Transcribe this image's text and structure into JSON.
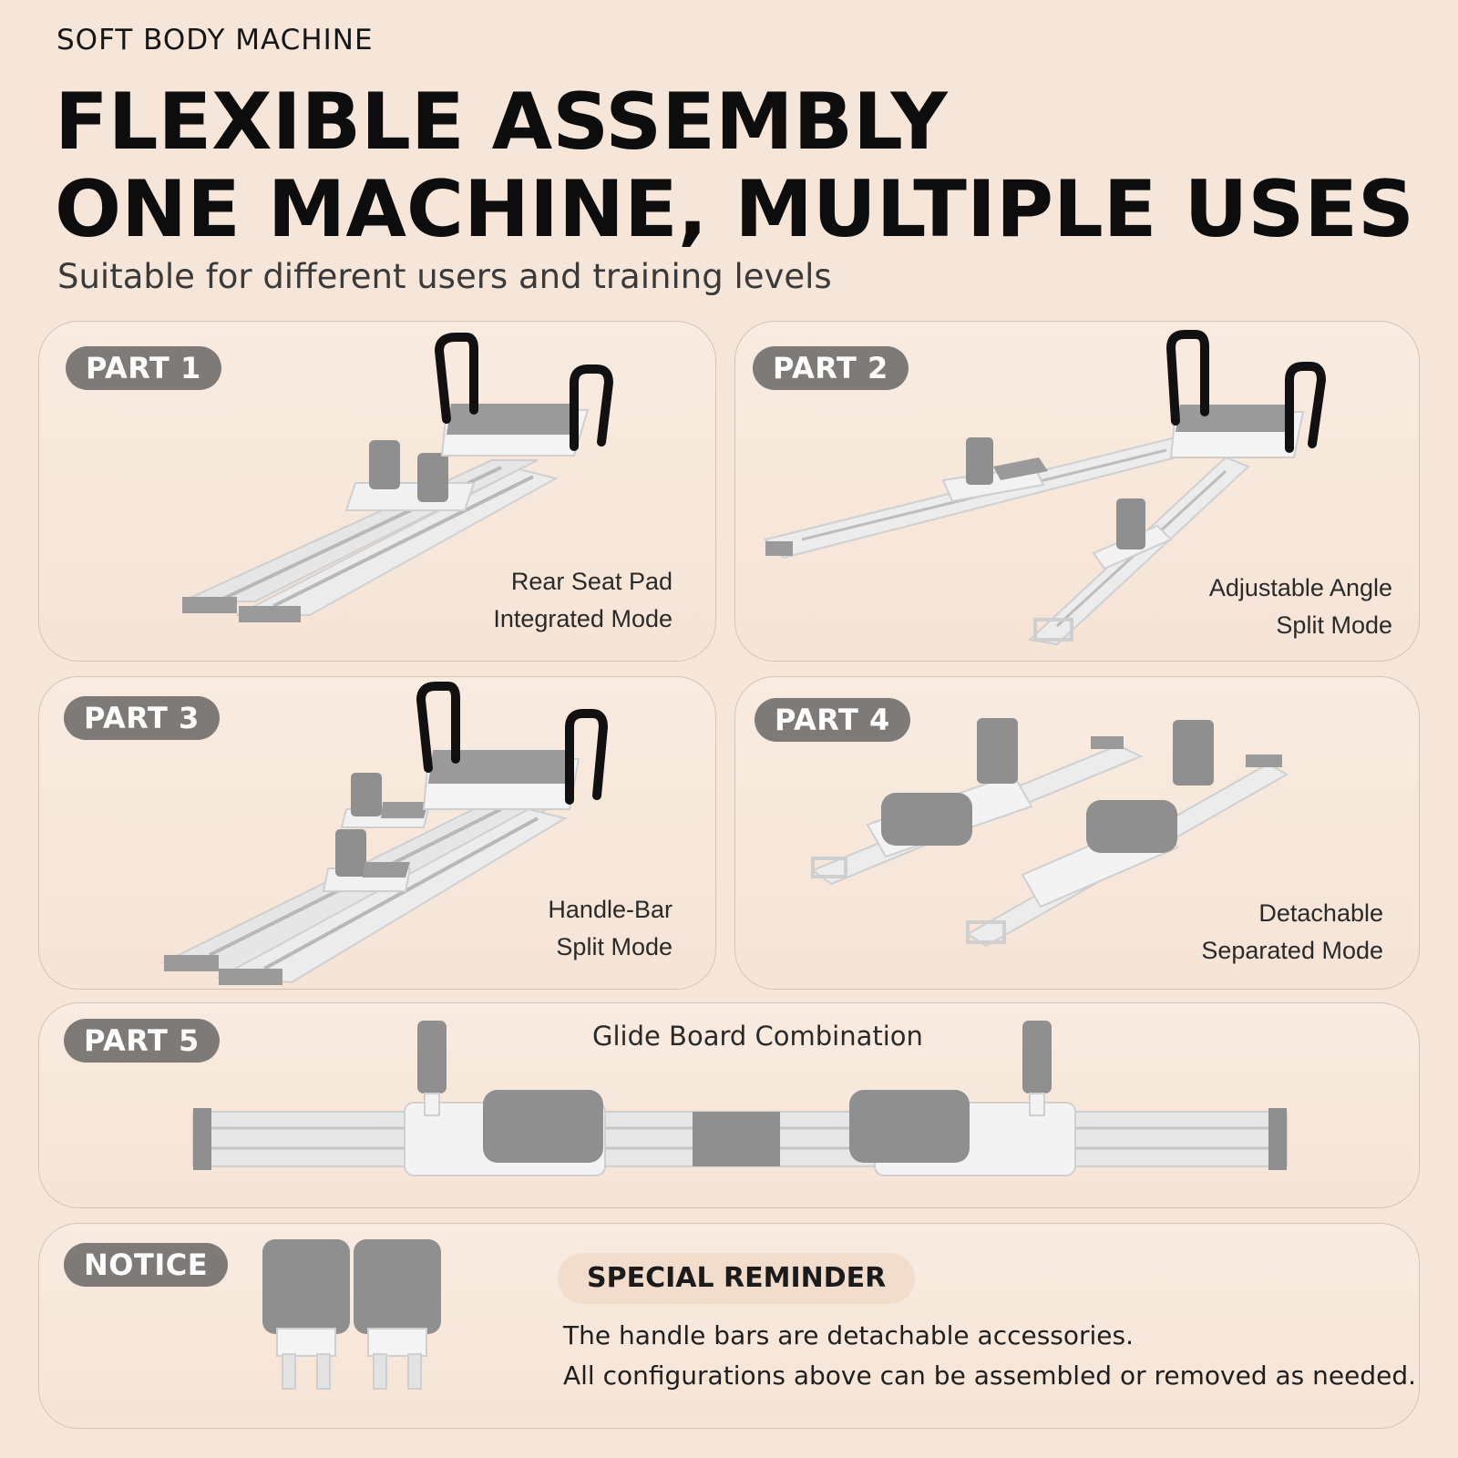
{
  "brand": "SOFT BODY MACHINE",
  "headline": {
    "line1": "FLEXIBLE ASSEMBLY",
    "line2": "ONE MACHINE, MULTIPLE USES"
  },
  "subtitle": "Suitable for different users and training levels",
  "parts": [
    {
      "tag": "PART 1",
      "caption_line1": "Rear Seat Pad",
      "caption_line2": "Integrated Mode"
    },
    {
      "tag": "PART 2",
      "caption_line1": "Adjustable Angle",
      "caption_line2": "Split Mode"
    },
    {
      "tag": "PART 3",
      "caption_line1": "Handle-Bar",
      "caption_line2": "Split Mode"
    },
    {
      "tag": "PART 4",
      "caption_line1": "Detachable",
      "caption_line2": "Separated Mode"
    },
    {
      "tag": "PART 5",
      "caption_line1": "Glide Board Combination"
    }
  ],
  "notice": {
    "tag": "NOTICE",
    "title": "SPECIAL REMINDER",
    "line1": "The handle bars are detachable accessories.",
    "line2": "All configurations above can be assembled or removed as needed."
  },
  "colors": {
    "background": "#f6e6d9",
    "tag": "#7d7a78",
    "pad_gray": "#8c8c8c",
    "rail_white": "#e9e9e9",
    "handle_black": "#111111"
  }
}
